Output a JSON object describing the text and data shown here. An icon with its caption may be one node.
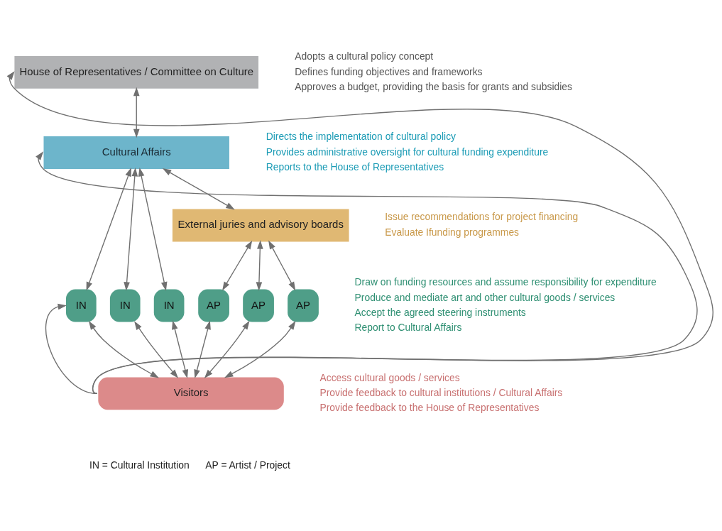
{
  "diagram": {
    "nodes": [
      {
        "text": [
          "House of Representatives / Committee on Culture"
        ],
        "beside": [
          "Adopts a cultural policy concept",
          "Defines funding objectives and frameworks",
          "Approves a budget, providing the basis for grants and subsidies"
        ]
      },
      {
        "text": [
          "Cultural Affairs"
        ],
        "beside": [
          "Directs the implementation of cultural policy",
          "Provides administrative oversight for cultural funding expenditure",
          "Reports to the House of Representatives"
        ]
      },
      {
        "text": [
          "External juries and advisory boards"
        ],
        "beside": [
          "Issue recommendations for project financing",
          "Evaluate Ifunding programmes"
        ]
      },
      {
        "text": [
          "IN"
        ]
      },
      {
        "text": [
          "IN"
        ]
      },
      {
        "text": [
          "IN"
        ]
      },
      {
        "text": [
          "AP"
        ]
      },
      {
        "text": [
          "AP"
        ]
      },
      {
        "text": [
          "AP"
        ]
      },
      {
        "text": [
          "Visitors"
        ],
        "beside": [
          "Access cultural goods / services",
          "Provide feedback to cultural institutions / Cultural Affairs",
          "Provide feedback to the House of Representatives"
        ]
      }
    ],
    "edges": [
      {
        "from": 0,
        "to": 1,
        "arrow": "both"
      },
      {
        "from": 1,
        "to": 3,
        "arrow": "both"
      },
      {
        "from": 1,
        "to": 4,
        "arrow": "both"
      },
      {
        "from": 1,
        "to": 5,
        "arrow": "both"
      },
      {
        "from": 1,
        "to": 2,
        "arrow": "both"
      },
      {
        "from": 2,
        "to": 6,
        "arrow": "both"
      },
      {
        "from": 2,
        "to": 7,
        "arrow": "both"
      },
      {
        "from": 2,
        "to": 8,
        "arrow": "both"
      },
      {
        "from": 3,
        "to": 9,
        "arrow": "both"
      },
      {
        "from": 4,
        "to": 9,
        "arrow": "both"
      },
      {
        "from": 5,
        "to": 9,
        "arrow": "both"
      },
      {
        "from": 6,
        "to": 9,
        "arrow": "both"
      },
      {
        "from": 7,
        "to": 9,
        "arrow": "both"
      },
      {
        "from": 8,
        "to": 9,
        "arrow": "both"
      },
      {
        "from": 9,
        "to": 0,
        "arrow": "to"
      },
      {
        "from": 9,
        "to": 1,
        "arrow": "to"
      },
      {
        "from": 9,
        "to": 3,
        "arrow": "to"
      }
    ],
    "labels": [
      "Draw on funding resources and assume responsibility for expenditure",
      "Produce and mediate art and other cultural goods / services",
      "Accept the agreed steering instruments",
      "Report to Cultural Affairs",
      "IN = Cultural Institution",
      "AP = Artist / Project"
    ]
  }
}
